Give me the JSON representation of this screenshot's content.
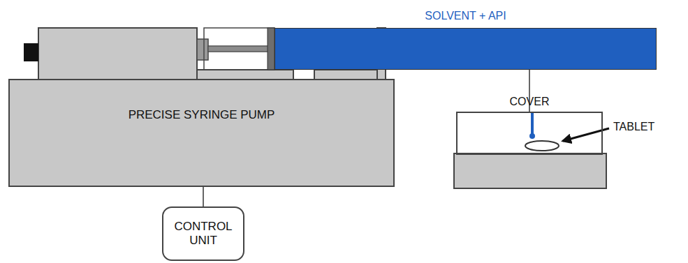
{
  "diagram": {
    "nodes": [
      {
        "text": [
          "SOLVENT + API"
        ]
      },
      {
        "text": [
          "PRECISE SYRINGE PUMP"
        ]
      },
      {
        "text": [
          "COVER"
        ]
      },
      {
        "text": [
          "CONTROL UNIT"
        ]
      }
    ],
    "edges": [
      {
        "from": 1,
        "to": 3,
        "arrow": "none"
      },
      {
        "from": 0,
        "to": 2,
        "arrow": "none"
      }
    ],
    "labels": [
      "TABLET"
    ]
  }
}
